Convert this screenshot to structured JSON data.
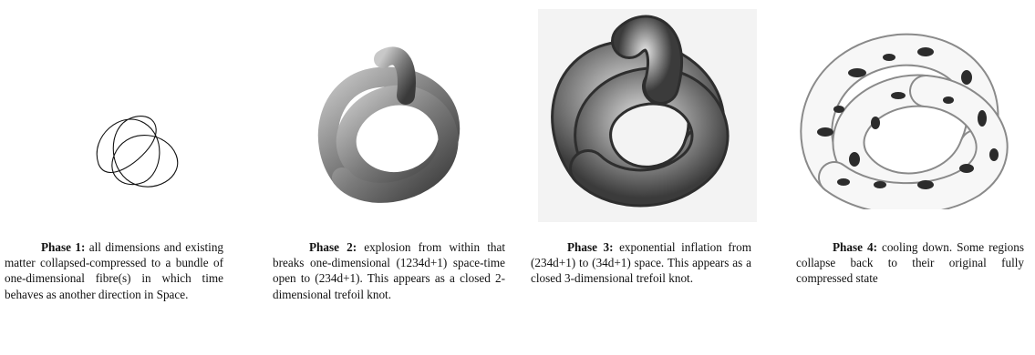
{
  "phases": [
    {
      "label": "Phase 1:",
      "text": "all dimensions and existing matter collapsed-compressed to a bundle of one-dimensional fibre(s) in which time behaves as another direction in Space."
    },
    {
      "label": "Phase 2:",
      "text": "explosion from within that breaks one-dimensional (1234d+1) space-time open to (234d+1). This appears as a closed 2-dimensional trefoil knot."
    },
    {
      "label": "Phase 3:",
      "text": "exponential inflation from (234d+1) to (34d+1) space. This appears as a closed 3-dimensional trefoil knot."
    },
    {
      "label": "Phase 4:",
      "text": "cooling down. Some regions collapse back to their original fully compressed state"
    }
  ]
}
